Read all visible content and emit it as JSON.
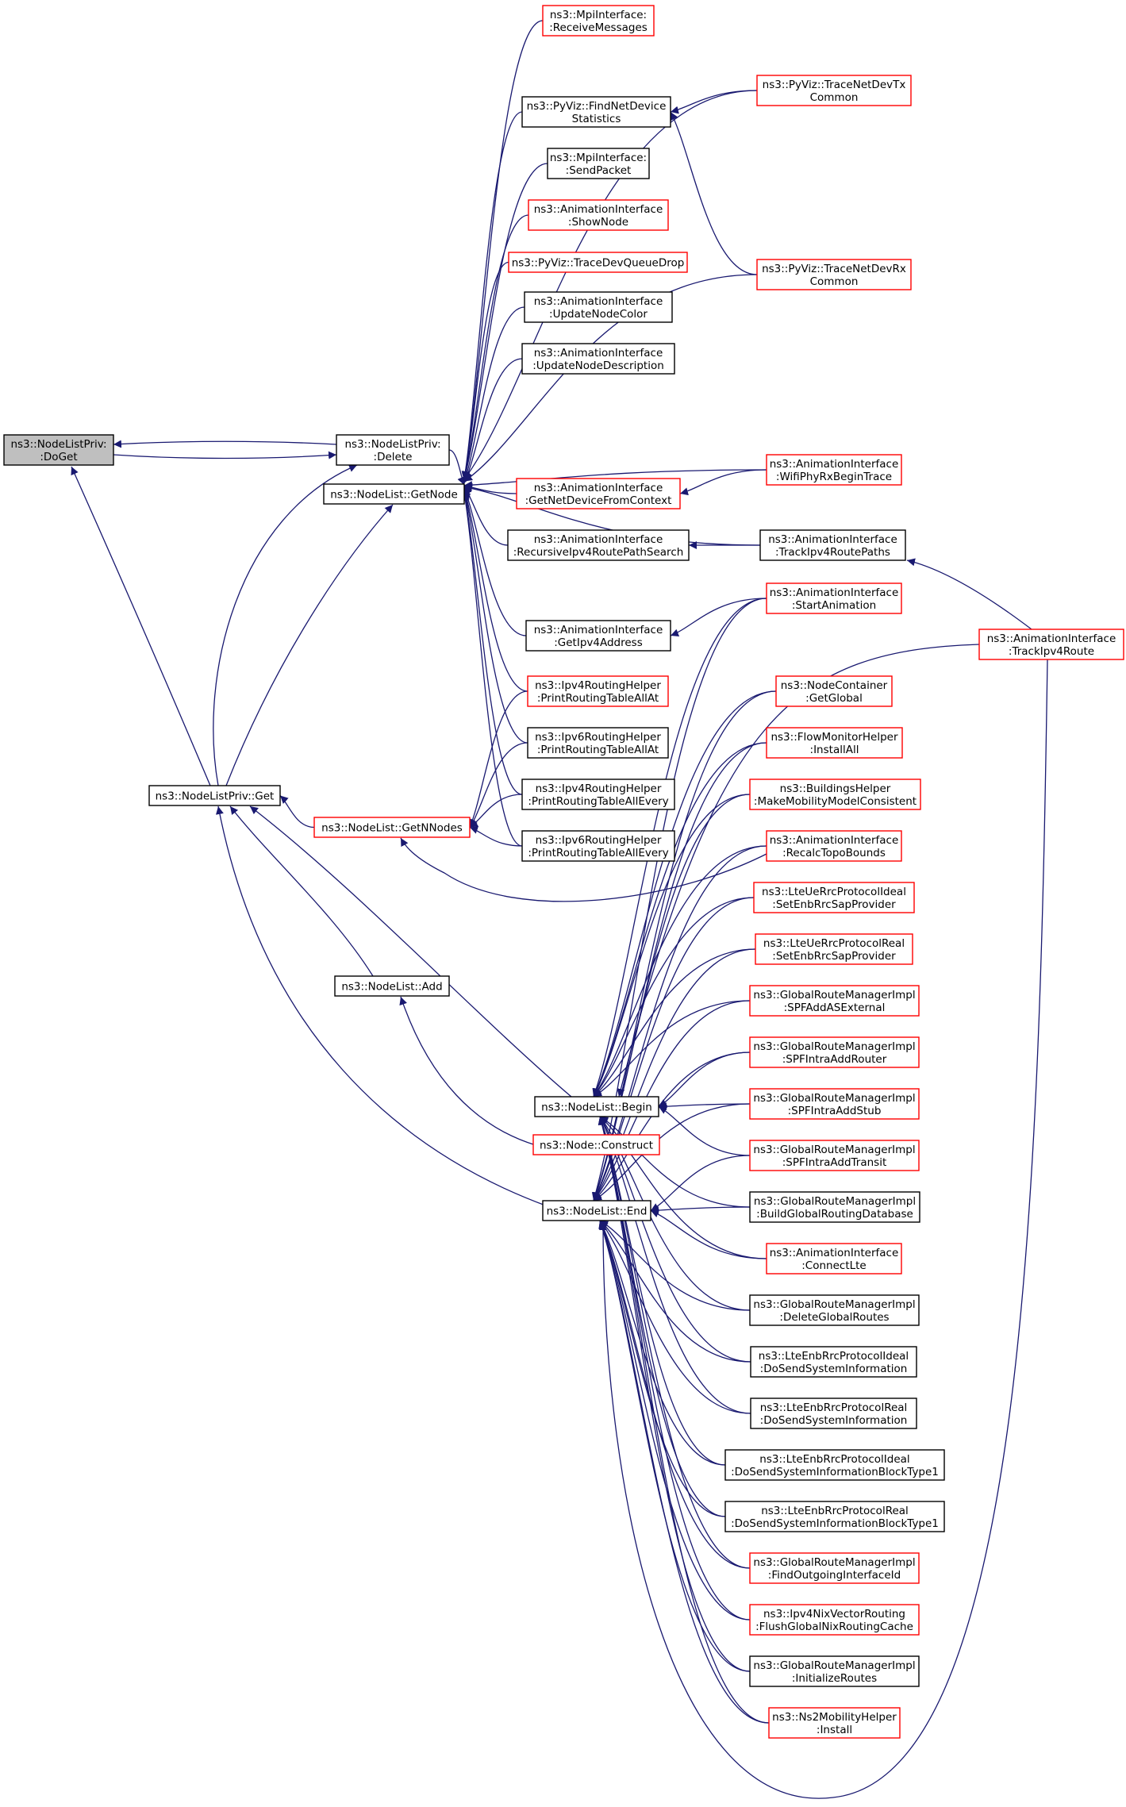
{
  "graph": {
    "title": "",
    "nodes": [
      {
        "id": "dg",
        "lines": [
          "ns3::NodeListPriv:",
          ":DoGet"
        ],
        "style": "gray"
      },
      {
        "id": "del",
        "lines": [
          "ns3::NodeListPriv:",
          ":Delete"
        ],
        "style": "black"
      },
      {
        "id": "gn",
        "lines": [
          "ns3::NodeList::GetNode"
        ],
        "style": "black"
      },
      {
        "id": "get",
        "lines": [
          "ns3::NodeListPriv::Get"
        ],
        "style": "black"
      },
      {
        "id": "gnn",
        "lines": [
          "ns3::NodeList::GetNNodes"
        ],
        "style": "red"
      },
      {
        "id": "add",
        "lines": [
          "ns3::NodeList::Add"
        ],
        "style": "black"
      },
      {
        "id": "beg",
        "lines": [
          "ns3::NodeList::Begin"
        ],
        "style": "black"
      },
      {
        "id": "cons",
        "lines": [
          "ns3::Node::Construct"
        ],
        "style": "red"
      },
      {
        "id": "end",
        "lines": [
          "ns3::NodeList::End"
        ],
        "style": "black"
      },
      {
        "id": "mpirx",
        "lines": [
          "ns3::MpiInterface:",
          ":ReceiveMessages"
        ],
        "style": "red"
      },
      {
        "id": "fnd",
        "lines": [
          "ns3::PyViz::FindNetDevice",
          "Statistics"
        ],
        "style": "black"
      },
      {
        "id": "mpisp",
        "lines": [
          "ns3::MpiInterface:",
          ":SendPacket"
        ],
        "style": "black"
      },
      {
        "id": "show",
        "lines": [
          "ns3::AnimationInterface",
          ":ShowNode"
        ],
        "style": "red"
      },
      {
        "id": "tdqd",
        "lines": [
          "ns3::PyViz::TraceDevQueueDrop"
        ],
        "style": "red"
      },
      {
        "id": "unc",
        "lines": [
          "ns3::AnimationInterface",
          ":UpdateNodeColor"
        ],
        "style": "black"
      },
      {
        "id": "und",
        "lines": [
          "ns3::AnimationInterface",
          ":UpdateNodeDescription"
        ],
        "style": "black"
      },
      {
        "id": "gndc",
        "lines": [
          "ns3::AnimationInterface",
          ":GetNetDeviceFromContext"
        ],
        "style": "red"
      },
      {
        "id": "rips",
        "lines": [
          "ns3::AnimationInterface",
          ":RecursiveIpv4RoutePathSearch"
        ],
        "style": "black"
      },
      {
        "id": "gip",
        "lines": [
          "ns3::AnimationInterface",
          ":GetIpv4Address"
        ],
        "style": "black"
      },
      {
        "id": "p4at",
        "lines": [
          "ns3::Ipv4RoutingHelper",
          ":PrintRoutingTableAllAt"
        ],
        "style": "red"
      },
      {
        "id": "p6at",
        "lines": [
          "ns3::Ipv6RoutingHelper",
          ":PrintRoutingTableAllAt"
        ],
        "style": "black"
      },
      {
        "id": "p4ev",
        "lines": [
          "ns3::Ipv4RoutingHelper",
          ":PrintRoutingTableAllEvery"
        ],
        "style": "black"
      },
      {
        "id": "p6ev",
        "lines": [
          "ns3::Ipv6RoutingHelper",
          ":PrintRoutingTableAllEvery"
        ],
        "style": "black"
      },
      {
        "id": "ttx",
        "lines": [
          "ns3::PyViz::TraceNetDevTx",
          "Common"
        ],
        "style": "red"
      },
      {
        "id": "trx",
        "lines": [
          "ns3::PyViz::TraceNetDevRx",
          "Common"
        ],
        "style": "red"
      },
      {
        "id": "wifi",
        "lines": [
          "ns3::AnimationInterface",
          ":WifiPhyRxBeginTrace"
        ],
        "style": "red"
      },
      {
        "id": "tip",
        "lines": [
          "ns3::AnimationInterface",
          ":TrackIpv4RoutePaths"
        ],
        "style": "black"
      },
      {
        "id": "sa",
        "lines": [
          "ns3::AnimationInterface",
          ":StartAnimation"
        ],
        "style": "red"
      },
      {
        "id": "tir",
        "lines": [
          "ns3::AnimationInterface",
          ":TrackIpv4Route"
        ],
        "style": "red"
      },
      {
        "id": "ncg",
        "lines": [
          "ns3::NodeContainer",
          ":GetGlobal"
        ],
        "style": "red"
      },
      {
        "id": "fmh",
        "lines": [
          "ns3::FlowMonitorHelper",
          ":InstallAll"
        ],
        "style": "red"
      },
      {
        "id": "bh",
        "lines": [
          "ns3::BuildingsHelper",
          ":MakeMobilityModelConsistent"
        ],
        "style": "red"
      },
      {
        "id": "rtb",
        "lines": [
          "ns3::AnimationInterface",
          ":RecalcTopoBounds"
        ],
        "style": "red"
      },
      {
        "id": "ueid",
        "lines": [
          "ns3::LteUeRrcProtocolIdeal",
          ":SetEnbRrcSapProvider"
        ],
        "style": "red"
      },
      {
        "id": "uer",
        "lines": [
          "ns3::LteUeRrcProtocolReal",
          ":SetEnbRrcSapProvider"
        ],
        "style": "red"
      },
      {
        "id": "spfase",
        "lines": [
          "ns3::GlobalRouteManagerImpl",
          ":SPFAddASExternal"
        ],
        "style": "red"
      },
      {
        "id": "spfr",
        "lines": [
          "ns3::GlobalRouteManagerImpl",
          ":SPFIntraAddRouter"
        ],
        "style": "red"
      },
      {
        "id": "spfs",
        "lines": [
          "ns3::GlobalRouteManagerImpl",
          ":SPFIntraAddStub"
        ],
        "style": "red"
      },
      {
        "id": "spft",
        "lines": [
          "ns3::GlobalRouteManagerImpl",
          ":SPFIntraAddTransit"
        ],
        "style": "red"
      },
      {
        "id": "bgrd",
        "lines": [
          "ns3::GlobalRouteManagerImpl",
          ":BuildGlobalRoutingDatabase"
        ],
        "style": "black"
      },
      {
        "id": "clte",
        "lines": [
          "ns3::AnimationInterface",
          ":ConnectLte"
        ],
        "style": "red"
      },
      {
        "id": "dgr",
        "lines": [
          "ns3::GlobalRouteManagerImpl",
          ":DeleteGlobalRoutes"
        ],
        "style": "black"
      },
      {
        "id": "dssi",
        "lines": [
          "ns3::LteEnbRrcProtocolIdeal",
          ":DoSendSystemInformation"
        ],
        "style": "black"
      },
      {
        "id": "dssr",
        "lines": [
          "ns3::LteEnbRrcProtocolReal",
          ":DoSendSystemInformation"
        ],
        "style": "black"
      },
      {
        "id": "dsbi",
        "lines": [
          "ns3::LteEnbRrcProtocolIdeal",
          ":DoSendSystemInformationBlockType1"
        ],
        "style": "black"
      },
      {
        "id": "dsbr",
        "lines": [
          "ns3::LteEnbRrcProtocolReal",
          ":DoSendSystemInformationBlockType1"
        ],
        "style": "black"
      },
      {
        "id": "foi",
        "lines": [
          "ns3::GlobalRouteManagerImpl",
          ":FindOutgoingInterfaceId"
        ],
        "style": "red"
      },
      {
        "id": "nix",
        "lines": [
          "ns3::Ipv4NixVectorRouting",
          ":FlushGlobalNixRoutingCache"
        ],
        "style": "red"
      },
      {
        "id": "ir",
        "lines": [
          "ns3::GlobalRouteManagerImpl",
          ":InitializeRoutes"
        ],
        "style": "black"
      },
      {
        "id": "ns2",
        "lines": [
          "ns3::Ns2MobilityHelper",
          ":Install"
        ],
        "style": "red"
      }
    ],
    "edges": [
      [
        "del",
        "dg"
      ],
      [
        "dg",
        "del"
      ],
      [
        "gn",
        "del"
      ],
      [
        "get",
        "dg"
      ],
      [
        "get",
        "del"
      ],
      [
        "get",
        "gn"
      ],
      [
        "get",
        "gnn"
      ],
      [
        "get",
        "add"
      ],
      [
        "get",
        "beg"
      ],
      [
        "get",
        "end"
      ],
      [
        "add",
        "cons"
      ],
      [
        "gn",
        "mpirx"
      ],
      [
        "gn",
        "fnd"
      ],
      [
        "gn",
        "mpisp"
      ],
      [
        "gn",
        "show"
      ],
      [
        "gn",
        "tdqd"
      ],
      [
        "gn",
        "unc"
      ],
      [
        "gn",
        "und"
      ],
      [
        "gn",
        "ttx"
      ],
      [
        "gn",
        "trx"
      ],
      [
        "gn",
        "wifi"
      ],
      [
        "gn",
        "gndc"
      ],
      [
        "gn",
        "rips"
      ],
      [
        "gn",
        "tip"
      ],
      [
        "gn",
        "gip"
      ],
      [
        "gn",
        "p4at"
      ],
      [
        "gn",
        "p6at"
      ],
      [
        "gn",
        "p4ev"
      ],
      [
        "gn",
        "p6ev"
      ],
      [
        "fnd",
        "ttx"
      ],
      [
        "fnd",
        "trx"
      ],
      [
        "gndc",
        "wifi"
      ],
      [
        "rips",
        "tip"
      ],
      [
        "gip",
        "sa"
      ],
      [
        "tip",
        "tir"
      ],
      [
        "gnn",
        "p4at"
      ],
      [
        "gnn",
        "p6at"
      ],
      [
        "gnn",
        "p4ev"
      ],
      [
        "gnn",
        "p6ev"
      ],
      [
        "gnn",
        "rtb"
      ],
      [
        "beg",
        "sa"
      ],
      [
        "beg",
        "tir"
      ],
      [
        "beg",
        "ncg"
      ],
      [
        "beg",
        "fmh"
      ],
      [
        "beg",
        "bh"
      ],
      [
        "beg",
        "rtb"
      ],
      [
        "beg",
        "ueid"
      ],
      [
        "beg",
        "uer"
      ],
      [
        "beg",
        "spfase"
      ],
      [
        "beg",
        "spfr"
      ],
      [
        "beg",
        "spfs"
      ],
      [
        "beg",
        "spft"
      ],
      [
        "beg",
        "bgrd"
      ],
      [
        "beg",
        "clte"
      ],
      [
        "beg",
        "dgr"
      ],
      [
        "beg",
        "dssi"
      ],
      [
        "beg",
        "dssr"
      ],
      [
        "beg",
        "dsbi"
      ],
      [
        "beg",
        "dsbr"
      ],
      [
        "beg",
        "foi"
      ],
      [
        "beg",
        "nix"
      ],
      [
        "beg",
        "ir"
      ],
      [
        "beg",
        "ns2"
      ],
      [
        "end",
        "sa"
      ],
      [
        "end",
        "tir"
      ],
      [
        "end",
        "ncg"
      ],
      [
        "end",
        "fmh"
      ],
      [
        "end",
        "bh"
      ],
      [
        "end",
        "rtb"
      ],
      [
        "end",
        "ueid"
      ],
      [
        "end",
        "uer"
      ],
      [
        "end",
        "spfase"
      ],
      [
        "end",
        "spfr"
      ],
      [
        "end",
        "spfs"
      ],
      [
        "end",
        "spft"
      ],
      [
        "end",
        "bgrd"
      ],
      [
        "end",
        "clte"
      ],
      [
        "end",
        "dgr"
      ],
      [
        "end",
        "dssi"
      ],
      [
        "end",
        "dssr"
      ],
      [
        "end",
        "dsbi"
      ],
      [
        "end",
        "dsbr"
      ],
      [
        "end",
        "foi"
      ],
      [
        "end",
        "nix"
      ],
      [
        "end",
        "ir"
      ],
      [
        "end",
        "ns2"
      ]
    ]
  },
  "colors": {
    "edge": "#191970",
    "black_border": "#000000",
    "red_border": "#ff0000",
    "highlight_fill": "#bfbfbf"
  }
}
